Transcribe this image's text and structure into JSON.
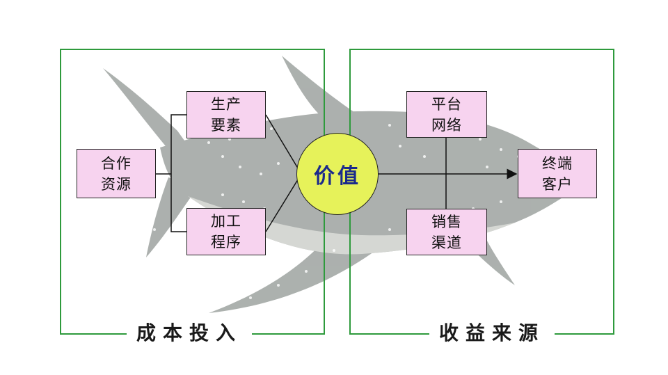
{
  "left_panel": {
    "label": "成本投入"
  },
  "right_panel": {
    "label": "收益来源"
  },
  "nodes": {
    "cooperation_resources": "合作资源",
    "production_factors": "生产要素",
    "processing_procedures": "加工程序",
    "value": "价值",
    "platform_network": "平台网络",
    "sales_channels": "销售渠道",
    "end_customers": "终端客户"
  },
  "colors": {
    "frame": "#2e9a3c",
    "box_fill": "#f7d3ef",
    "circle_fill": "#e6f25a",
    "circle_text": "#1b2a8c",
    "shark_body": "#9ea3a0"
  },
  "icons": {
    "background": "whale-shark-icon"
  }
}
